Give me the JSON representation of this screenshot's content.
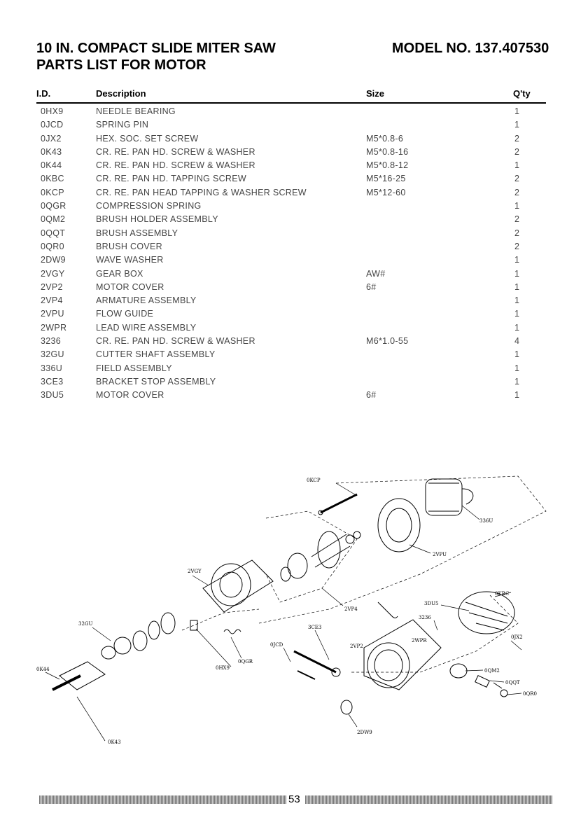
{
  "header": {
    "title_line1": "10 IN. COMPACT SLIDE MITER SAW",
    "title_line2": "PARTS LIST FOR MOTOR",
    "model": "MODEL NO. 137.407530"
  },
  "table": {
    "columns": [
      "I.D.",
      "Description",
      "Size",
      "Q'ty"
    ],
    "rows": [
      [
        "0HX9",
        "NEEDLE BEARING",
        "",
        "1"
      ],
      [
        "0JCD",
        "SPRING PIN",
        "",
        "1"
      ],
      [
        "0JX2",
        "HEX. SOC. SET SCREW",
        "M5*0.8-6",
        "2"
      ],
      [
        "0K43",
        "CR. RE. PAN HD. SCREW & WASHER",
        "M5*0.8-16",
        "2"
      ],
      [
        "0K44",
        "CR. RE. PAN HD. SCREW & WASHER",
        "M5*0.8-12",
        "1"
      ],
      [
        "0KBC",
        "CR. RE. PAN HD. TAPPING SCREW",
        "M5*16-25",
        "2"
      ],
      [
        "0KCP",
        "CR. RE. PAN HEAD TAPPING & WASHER SCREW",
        "M5*12-60",
        "2"
      ],
      [
        "0QGR",
        "COMPRESSION SPRING",
        "",
        "1"
      ],
      [
        "0QM2",
        "BRUSH HOLDER ASSEMBLY",
        "",
        "2"
      ],
      [
        "0QQT",
        "BRUSH ASSEMBLY",
        "",
        "2"
      ],
      [
        "0QR0",
        "BRUSH COVER",
        "",
        "2"
      ],
      [
        "2DW9",
        "WAVE WASHER",
        "",
        "1"
      ],
      [
        "2VGY",
        "GEAR BOX",
        "AW#",
        "1"
      ],
      [
        "2VP2",
        "MOTOR COVER",
        "6#",
        "1"
      ],
      [
        "2VP4",
        "ARMATURE ASSEMBLY",
        "",
        "1"
      ],
      [
        "2VPU",
        "FLOW GUIDE",
        "",
        "1"
      ],
      [
        "2WPR",
        "LEAD WIRE ASSEMBLY",
        "",
        "1"
      ],
      [
        "3236",
        "CR. RE. PAN HD. SCREW & WASHER",
        "M6*1.0-55",
        "4"
      ],
      [
        "32GU",
        "CUTTER SHAFT ASSEMBLY",
        "",
        "1"
      ],
      [
        "336U",
        "FIELD ASSEMBLY",
        "",
        "1"
      ],
      [
        "3CE3",
        "BRACKET STOP ASSEMBLY",
        "",
        "1"
      ],
      [
        "3DU5",
        "MOTOR COVER",
        "6#",
        "1"
      ]
    ]
  },
  "diagram": {
    "labels": [
      "0KCP",
      "336U",
      "2VPU",
      "2VGY",
      "2VP4",
      "0KBC",
      "3DU5",
      "32GU",
      "3CE3",
      "3236",
      "2WPR",
      "0JX2",
      "0JCD",
      "0QGR",
      "0HX9",
      "2VP2",
      "0QM2",
      "0QQT",
      "0QR0",
      "0K44",
      "0K43",
      "2DW9"
    ]
  },
  "footer": {
    "page_number": "53"
  }
}
